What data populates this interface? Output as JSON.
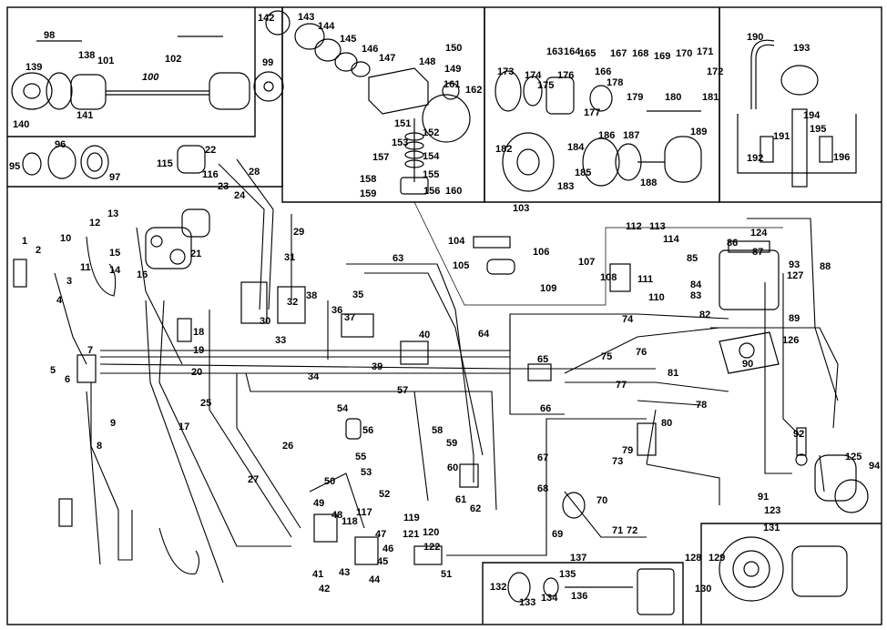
{
  "callouts": {
    "1": "1",
    "2": "2",
    "3": "3",
    "4": "4",
    "5": "5",
    "6": "6",
    "7": "7",
    "8": "8",
    "9": "9",
    "10": "10",
    "11": "11",
    "12": "12",
    "13": "13",
    "14": "14",
    "15": "15",
    "16": "16",
    "17": "17",
    "18": "18",
    "19": "19",
    "20": "20",
    "21": "21",
    "22": "22",
    "23": "23",
    "24": "24",
    "25": "25",
    "26": "26",
    "27": "27",
    "28": "28",
    "29": "29",
    "30": "30",
    "31": "31",
    "32": "32",
    "33": "33",
    "34": "34",
    "35": "35",
    "36": "36",
    "37": "37",
    "38": "38",
    "39": "39",
    "40": "40",
    "41": "41",
    "42": "42",
    "43": "43",
    "44": "44",
    "45": "45",
    "46": "46",
    "47": "47",
    "48": "48",
    "49": "49",
    "50": "50",
    "51": "51",
    "52": "52",
    "53": "53",
    "54": "54",
    "55": "55",
    "56": "56",
    "57": "57",
    "58": "58",
    "59": "59",
    "60": "60",
    "61": "61",
    "62": "62",
    "63": "63",
    "64": "64",
    "65": "65",
    "66": "66",
    "67": "67",
    "68": "68",
    "69": "69",
    "70": "70",
    "71": "71",
    "72": "72",
    "73": "73",
    "74": "74",
    "75": "75",
    "76": "76",
    "77": "77",
    "78": "78",
    "79": "79",
    "80": "80",
    "81": "81",
    "82": "82",
    "83": "83",
    "84": "84",
    "85": "85",
    "86": "86",
    "87": "87",
    "88": "88",
    "89": "89",
    "90": "90",
    "91": "91",
    "92": "92",
    "93": "93",
    "94": "94",
    "95": "95",
    "96": "96",
    "97": "97",
    "98": "98",
    "99": "99",
    "100": "100",
    "101": "101",
    "102": "102",
    "103": "103",
    "104": "104",
    "105": "105",
    "106": "106",
    "107": "107",
    "108": "108",
    "109": "109",
    "110": "110",
    "111": "111",
    "112": "112",
    "113": "113",
    "114": "114",
    "115": "115",
    "116": "116",
    "117": "117",
    "118": "118",
    "119": "119",
    "120": "120",
    "121": "121",
    "122": "122",
    "123": "123",
    "124": "124",
    "125": "125",
    "126": "126",
    "127": "127",
    "128": "128",
    "129": "129",
    "130": "130",
    "131": "131",
    "132": "132",
    "133": "133",
    "134": "134",
    "135": "135",
    "136": "136",
    "137": "137",
    "138": "138",
    "139": "139",
    "140": "140",
    "141": "141",
    "142": "142",
    "143": "143",
    "144": "144",
    "145": "145",
    "146": "146",
    "147": "147",
    "148": "148",
    "149": "149",
    "150": "150",
    "151": "151",
    "152": "152",
    "153": "153",
    "154": "154",
    "155": "155",
    "156": "156",
    "157": "157",
    "158": "158",
    "159": "159",
    "160": "160",
    "161": "161",
    "162": "162",
    "163": "163",
    "164": "164",
    "165": "165",
    "166": "166",
    "167": "167",
    "168": "168",
    "169": "169",
    "170": "170",
    "171": "171",
    "172": "172",
    "173": "173",
    "174": "174",
    "175": "175",
    "176": "176",
    "177": "177",
    "178": "178",
    "179": "179",
    "180": "180",
    "181": "181",
    "182": "182",
    "183": "183",
    "184": "184",
    "185": "185",
    "186": "186",
    "187": "187",
    "188": "188",
    "189": "189",
    "190": "190",
    "191": "191",
    "192": "192",
    "193": "193",
    "194": "194",
    "195": "195",
    "196": "196"
  }
}
